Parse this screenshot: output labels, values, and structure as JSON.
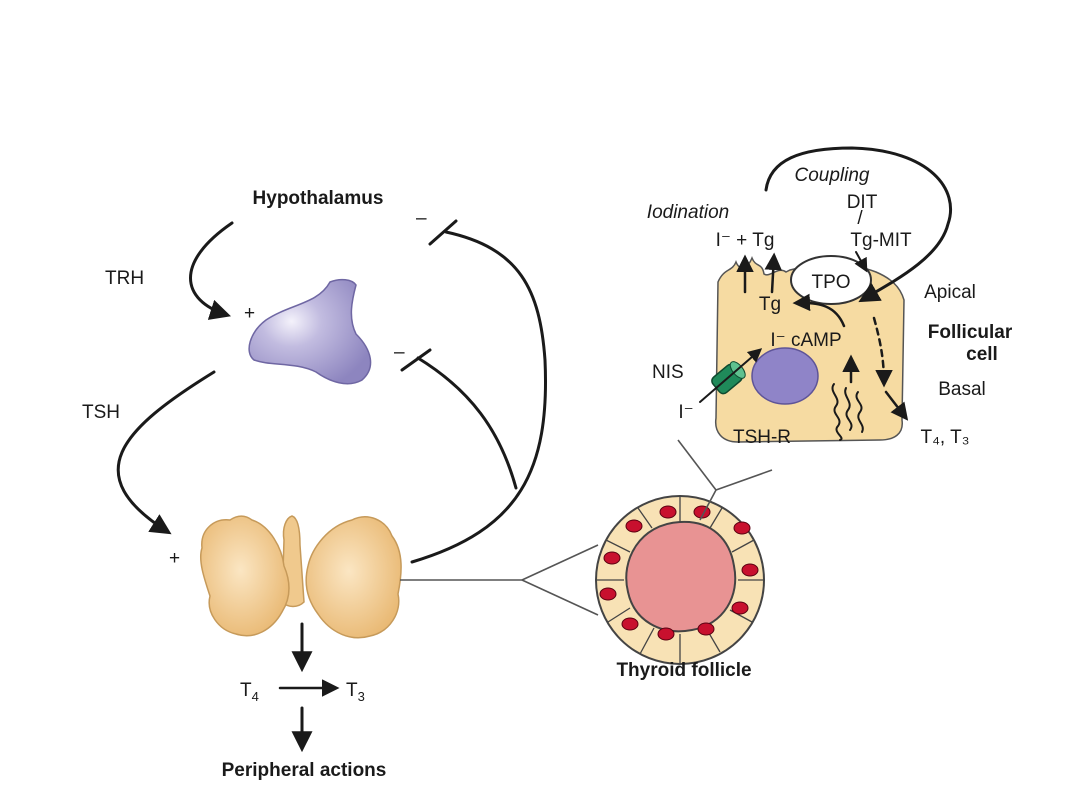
{
  "axis_labels": {
    "hypothalamus": "Hypothalamus",
    "trh": "TRH",
    "tsh": "TSH",
    "plus": "+",
    "minus": "–",
    "t4": "T",
    "t4_sub": "4",
    "t3": "T",
    "t3_sub": "3",
    "peripheral": "Peripheral actions",
    "thyroid_follicle": "Thyroid follicle"
  },
  "cell": {
    "coupling": "Coupling",
    "iodination": "Iodination",
    "dit": "DIT",
    "slash": "/",
    "tg_mit": "Tg-MIT",
    "iodide_plus_tg": "I⁻ + Tg",
    "tpo": "TPO",
    "tg": "Tg",
    "iodide_camp": "I⁻ cAMP",
    "apical": "Apical",
    "follicular_cell_1": "Follicular",
    "follicular_cell_2": "cell",
    "nis": "NIS",
    "iodide": "I⁻",
    "basal": "Basal",
    "tsh_r": "TSH-R",
    "t4_t3": "T₄, T₃"
  },
  "colors": {
    "pituitary": "#b3acd6",
    "thyroid": "#f3cf98",
    "cell_fill": "#f6dba2",
    "nucleus": "#8f84c8",
    "lumen": "#e89393",
    "follicle_nuclei": "#c8102e",
    "nis_channel": "#1f8a5a"
  }
}
